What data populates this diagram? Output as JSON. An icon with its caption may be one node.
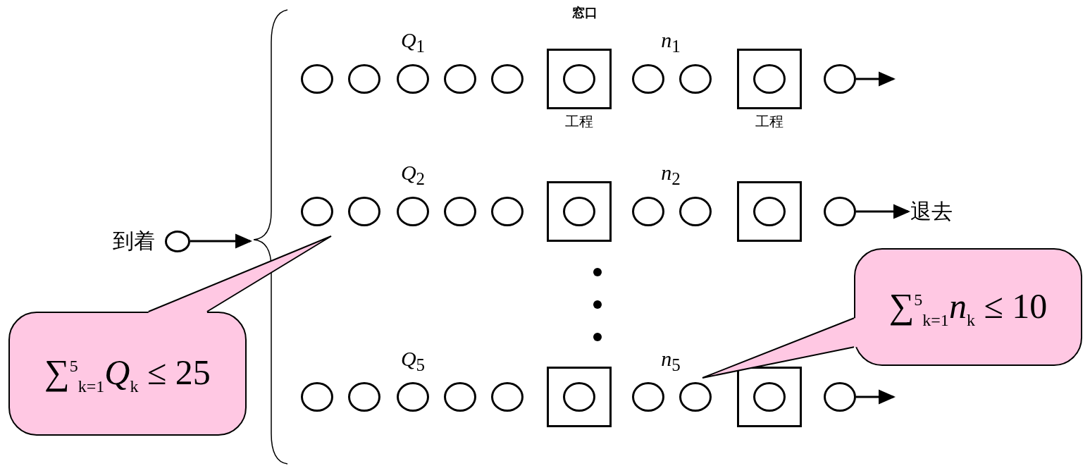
{
  "diagram": {
    "nodes": [
      {
        "text": [],
        "shape": "circle"
      },
      {
        "text": [],
        "shape": "circle"
      },
      {
        "text": [],
        "shape": "circle"
      },
      {
        "text": [],
        "shape": "circle"
      },
      {
        "text": [],
        "shape": "circle"
      },
      {
        "text": [],
        "shape": "box",
        "beside": [
          "工程"
        ]
      },
      {
        "text": [],
        "shape": "circle",
        "in": 5
      },
      {
        "text": [],
        "shape": "circle"
      },
      {
        "text": [],
        "shape": "circle"
      },
      {
        "text": [],
        "shape": "box",
        "beside": [
          "工程"
        ]
      },
      {
        "text": [],
        "shape": "circle",
        "in": 9
      },
      {
        "text": [],
        "shape": "circle"
      },
      {
        "text": [],
        "shape": "circle"
      },
      {
        "text": [],
        "shape": "circle"
      },
      {
        "text": [],
        "shape": "circle"
      },
      {
        "text": [],
        "shape": "circle"
      },
      {
        "text": [],
        "shape": "circle"
      },
      {
        "text": [],
        "shape": "box"
      },
      {
        "text": [],
        "shape": "circle",
        "in": 17
      },
      {
        "text": [],
        "shape": "circle"
      },
      {
        "text": [],
        "shape": "circle"
      },
      {
        "text": [],
        "shape": "box"
      },
      {
        "text": [],
        "shape": "circle",
        "in": 21
      },
      {
        "text": [],
        "shape": "circle"
      },
      {
        "text": [],
        "shape": "circle",
        "beside": [
          "到着"
        ]
      },
      {
        "text": [
          "∑$^{5}$$_{k=1}$*n*$_{k}$ ≤ 10"
        ]
      },
      {
        "text": [
          "∑$^{5}$$_{k=1}$*Q*$_{k}$ ≤ 25"
        ]
      },
      {
        "text": [],
        "shape": "circle"
      },
      {
        "text": [],
        "shape": "circle"
      },
      {
        "text": [],
        "shape": "circle"
      },
      {
        "text": [],
        "shape": "circle"
      },
      {
        "text": [],
        "shape": "circle"
      },
      {
        "text": [],
        "shape": "box"
      },
      {
        "text": [],
        "shape": "circle",
        "in": 32
      },
      {
        "text": [],
        "shape": "circle"
      },
      {
        "text": [],
        "shape": "circle"
      },
      {
        "text": [],
        "shape": "box"
      },
      {
        "text": [],
        "shape": "circle",
        "in": 36
      },
      {
        "text": [],
        "shape": "circle"
      },
      {
        "text": [],
        "shape": "brace"
      },
      {
        "text": [
          "退去"
        ]
      }
    ],
    "edges": [
      {
        "from": 24,
        "to": 39,
        "arrow": "to"
      },
      {
        "from": 11,
        "to": null,
        "arrow": "to"
      },
      {
        "from": 23,
        "to": 40,
        "arrow": "to"
      },
      {
        "from": 38,
        "to": null,
        "arrow": "to"
      },
      {
        "from": 25,
        "to": null,
        "arrow": "none"
      },
      {
        "from": 26,
        "to": null,
        "arrow": "none"
      }
    ],
    "labels": [
      "窓口",
      "*Q*$_{1}$",
      "*n*$_{1}$",
      "*Q*$_{2}$",
      "*n*$_{2}$",
      "*Q*$_{5}$",
      "*n*$_{5}$"
    ]
  }
}
